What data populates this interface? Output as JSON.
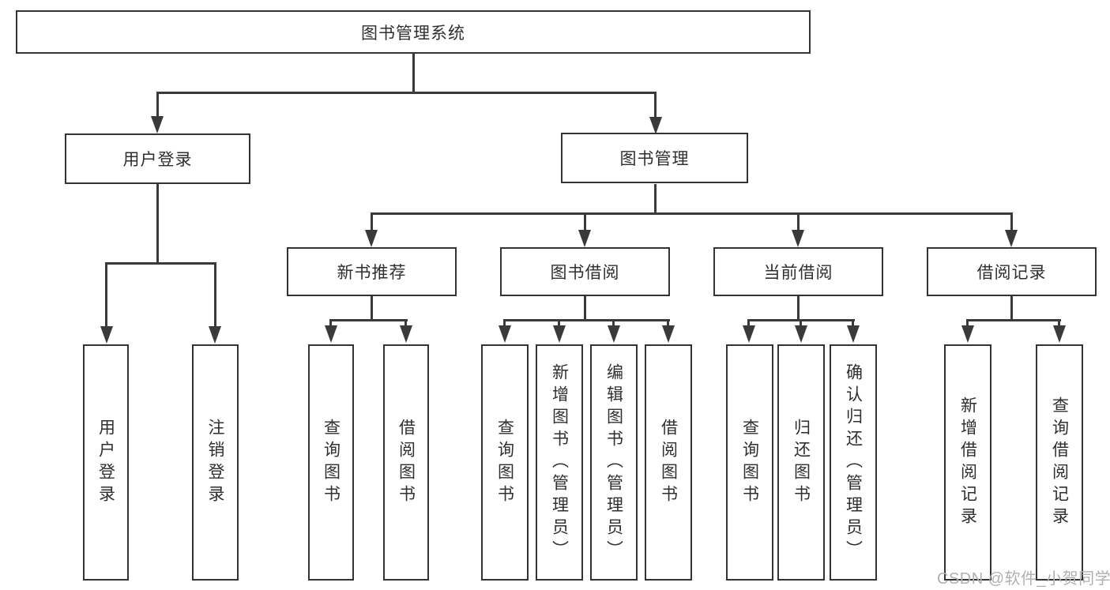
{
  "diagram": {
    "root": "图书管理系统",
    "branches": [
      {
        "label": "用户登录",
        "children": [
          {
            "label": "用户登录"
          },
          {
            "label": "注销登录"
          }
        ]
      },
      {
        "label": "图书管理",
        "children": [
          {
            "label": "新书推荐",
            "children": [
              {
                "label": "查询图书"
              },
              {
                "label": "借阅图书"
              }
            ]
          },
          {
            "label": "图书借阅",
            "children": [
              {
                "label": "查询图书"
              },
              {
                "label": "新增图书（管理员）"
              },
              {
                "label": "编辑图书（管理员）"
              },
              {
                "label": "借阅图书"
              }
            ]
          },
          {
            "label": "当前借阅",
            "children": [
              {
                "label": "查询图书"
              },
              {
                "label": "归还图书"
              },
              {
                "label": "确认归还（管理员）"
              }
            ]
          },
          {
            "label": "借阅记录",
            "children": [
              {
                "label": "新增借阅记录"
              },
              {
                "label": "查询借阅记录"
              }
            ]
          }
        ]
      }
    ]
  },
  "watermark": {
    "text": "CSDN @软件_小贺同学"
  },
  "colors": {
    "line": "#3a3a3a",
    "border": "#333333",
    "text": "#2f2f2f",
    "watermark": "#b0b0b0",
    "background": "#ffffff"
  }
}
